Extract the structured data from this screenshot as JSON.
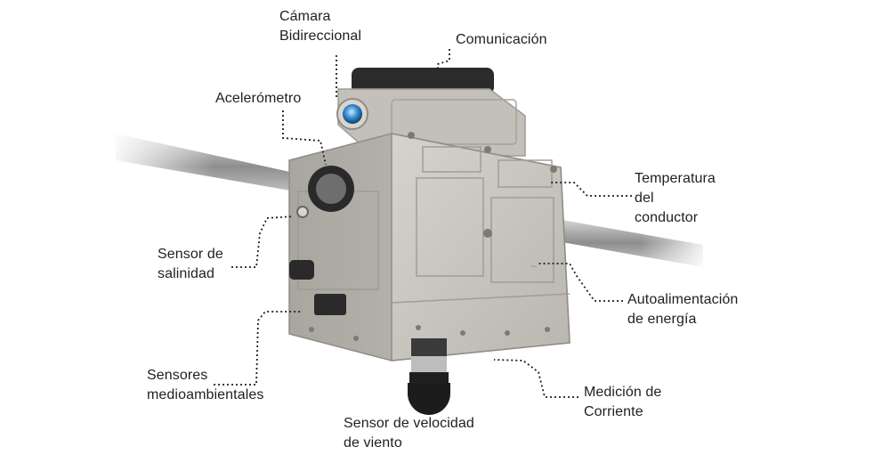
{
  "labels": {
    "camara": [
      "Cámara",
      "Bidireccional"
    ],
    "comunicacion": [
      "Comunicación"
    ],
    "acelerometro": [
      "Acelerómetro"
    ],
    "temperatura": [
      "Temperatura",
      "del",
      "conductor"
    ],
    "salinidad": [
      "Sensor de",
      "salinidad"
    ],
    "autoalimentacion": [
      "Autoalimentación",
      "de energía"
    ],
    "medioambientales": [
      "Sensores",
      "medioambientales"
    ],
    "corriente": [
      "Medición de",
      "Corriente"
    ],
    "viento": [
      "Sensor de velocidad",
      "de viento"
    ]
  },
  "colors": {
    "housing": "#c9c6c0",
    "housing_dark": "#8f8c86",
    "cable": "#9a9a9a",
    "leader_line": "#1f1f1f",
    "text": "#1f1f1f"
  }
}
